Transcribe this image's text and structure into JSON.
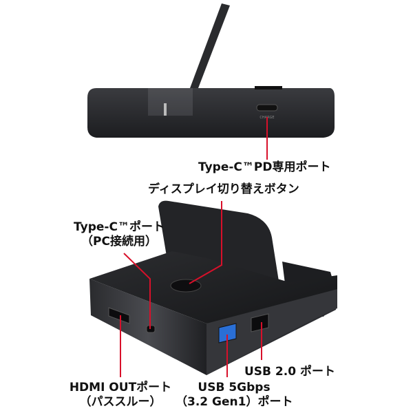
{
  "labels": {
    "pd_port": "Type-C™PD専用ポート",
    "display_switch": "ディスプレイ切り替えボタン",
    "typec_port_line1": "Type-C™ポート",
    "typec_port_line2": "（PC接続用）",
    "hdmi_line1": "HDMI OUTポート",
    "hdmi_line2": "（パススルー）",
    "usb5_line1": "USB 5Gbps",
    "usb5_line2": "（3.2 Gen1）ポート",
    "usb2": "USB 2.0 ポート",
    "charge_marking": "CHARGE"
  },
  "colors": {
    "callout_line": "#d8102a",
    "device_body": "#2b2c2f",
    "usb3_port": "#2a6fd6"
  }
}
